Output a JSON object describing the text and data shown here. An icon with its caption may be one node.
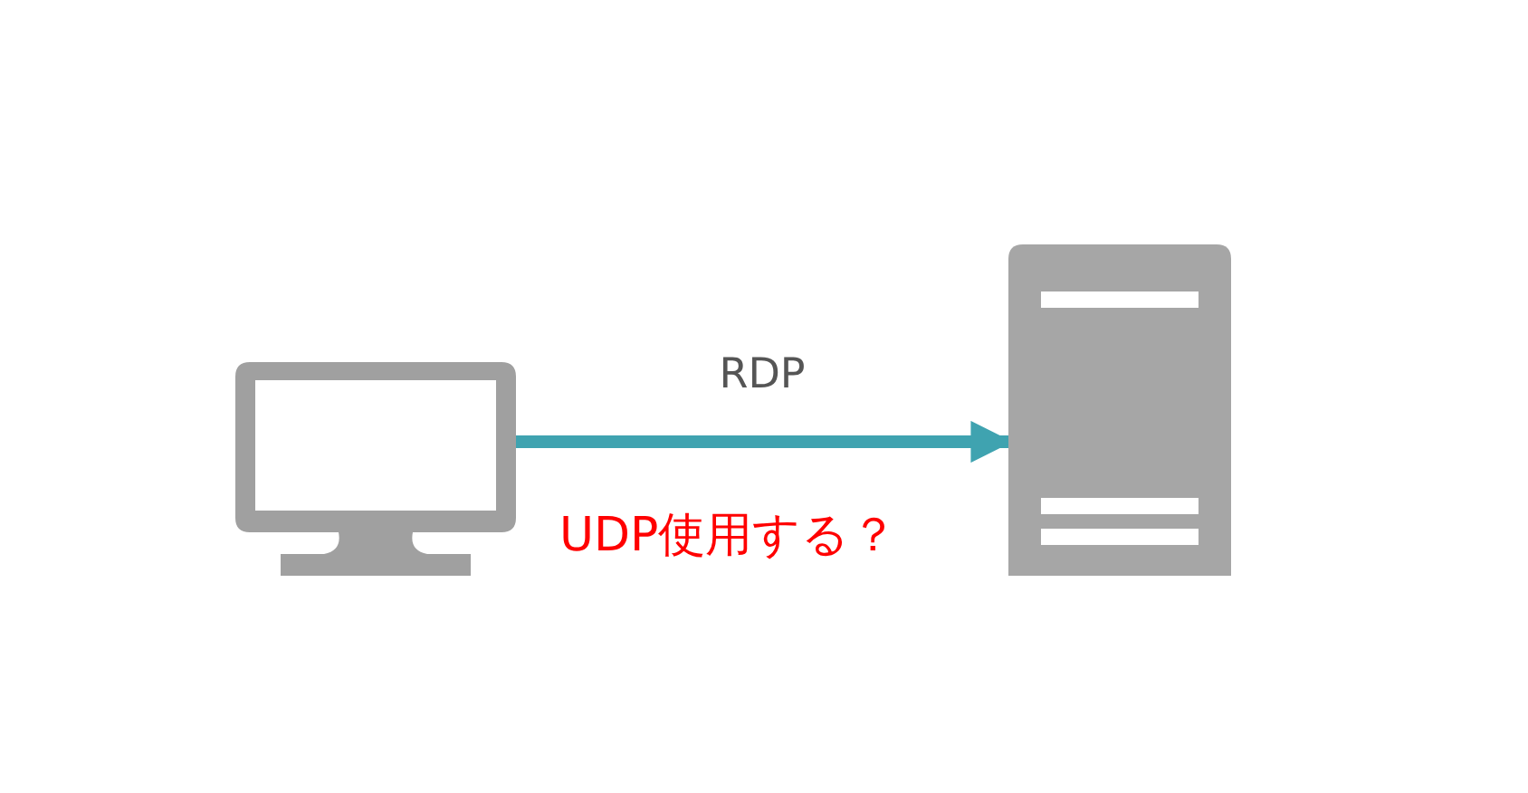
{
  "diagram": {
    "nodes": [
      {
        "text": [],
        "shape": "monitor"
      },
      {
        "text": [],
        "shape": "server"
      }
    ],
    "edges": [
      {
        "from": 0,
        "to": 1,
        "arrow": "to",
        "label": "RDP"
      }
    ],
    "labels": [
      "UDP使用する？"
    ]
  }
}
